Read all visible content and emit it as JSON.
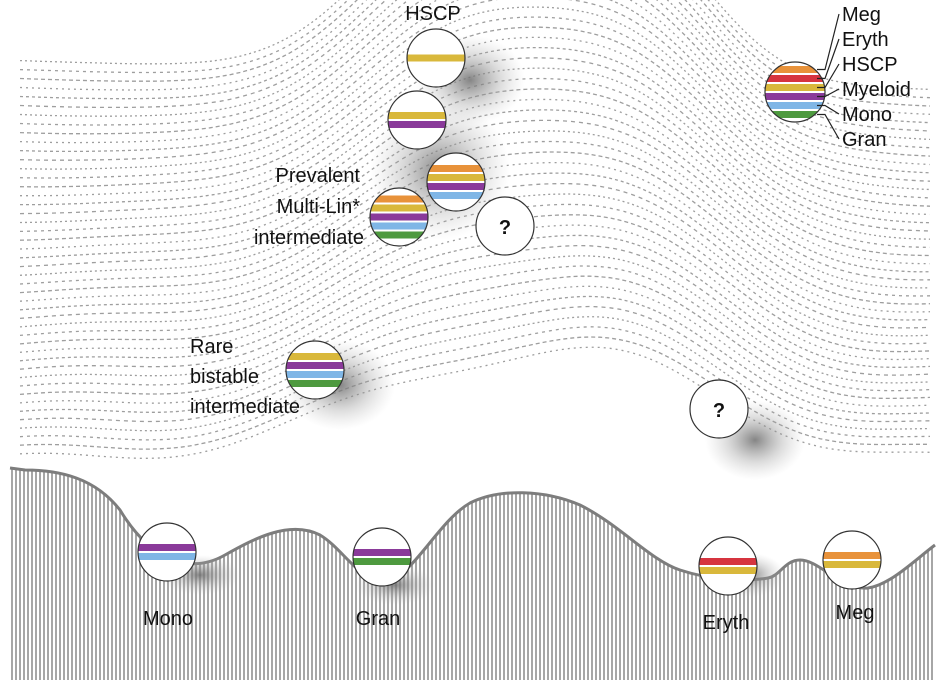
{
  "labels": {
    "top": "HSCP",
    "prevalent": [
      "Prevalent",
      "Multi-Lin*",
      "intermediate"
    ],
    "rare": [
      "Rare",
      "bistable",
      "intermediate"
    ],
    "unknown": "?",
    "fates": {
      "mono": "Mono",
      "gran": "Gran",
      "eryth": "Eryth",
      "meg": "Meg"
    }
  },
  "legend": {
    "items": [
      {
        "label": "Meg",
        "color": "#e8923a"
      },
      {
        "label": "Eryth",
        "color": "#d6343f"
      },
      {
        "label": "HSCP",
        "color": "#d9b83b"
      },
      {
        "label": "Myeloid",
        "color": "#8a3a9a"
      },
      {
        "label": "Mono",
        "color": "#7fb6e6"
      },
      {
        "label": "Gran",
        "color": "#4e9a3f"
      }
    ]
  },
  "cells": [
    {
      "id": "hscp-top",
      "stripes": [
        "HSCP"
      ]
    },
    {
      "id": "hscp-myeloid",
      "stripes": [
        "HSCP",
        "Myeloid"
      ]
    },
    {
      "id": "meg-eryth-hscp-myeloid-mono",
      "stripes": [
        "Meg",
        "HSCP",
        "Myeloid",
        "Mono"
      ]
    },
    {
      "id": "multi-lin",
      "stripes": [
        "Meg",
        "HSCP",
        "Myeloid",
        "Mono",
        "Gran"
      ]
    },
    {
      "id": "bistable",
      "stripes": [
        "HSCP",
        "Myeloid",
        "Mono",
        "Gran"
      ]
    },
    {
      "id": "mono-fate",
      "stripes": [
        "Myeloid",
        "Mono"
      ]
    },
    {
      "id": "gran-fate",
      "stripes": [
        "Myeloid",
        "Gran"
      ]
    },
    {
      "id": "eryth-fate",
      "stripes": [
        "Eryth",
        "HSCP"
      ]
    },
    {
      "id": "meg-fate",
      "stripes": [
        "Meg",
        "HSCP"
      ]
    }
  ]
}
